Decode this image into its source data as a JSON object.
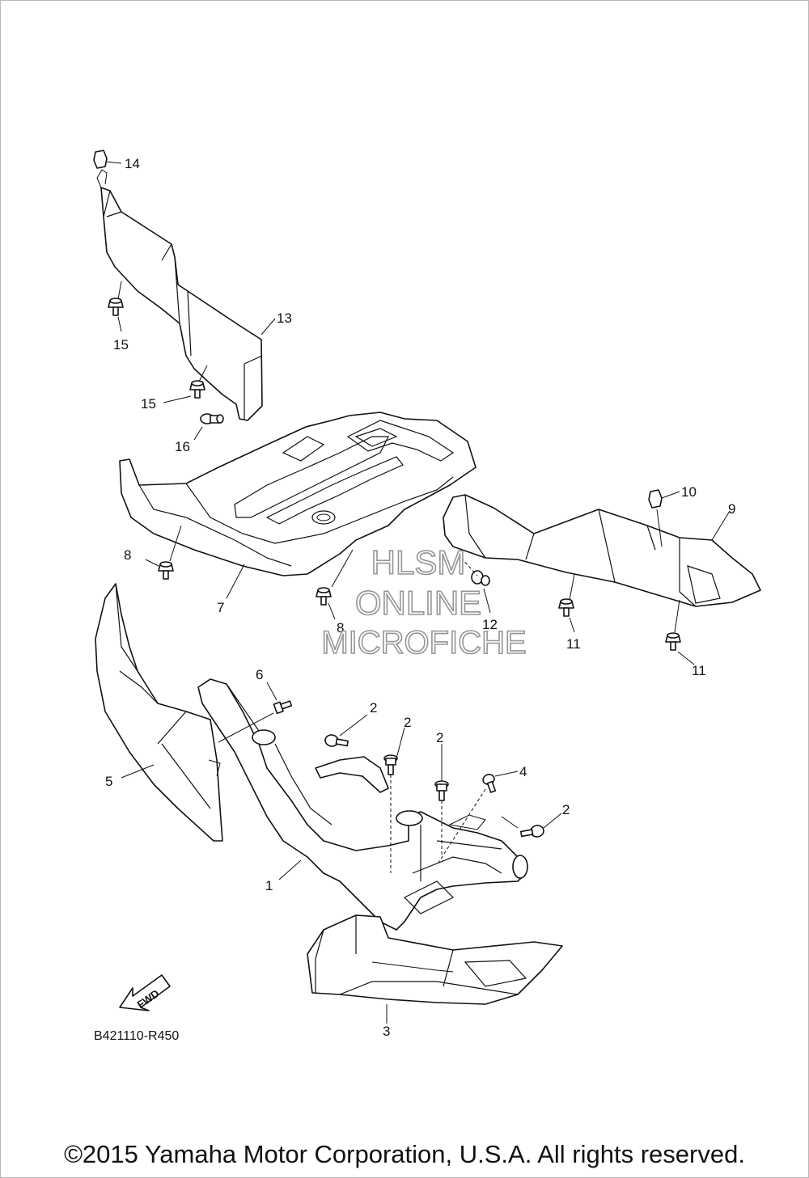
{
  "diagram": {
    "callouts": [
      {
        "label": "14"
      },
      {
        "label": "13"
      },
      {
        "label": "15"
      },
      {
        "label": "15"
      },
      {
        "label": "16"
      },
      {
        "label": "10"
      },
      {
        "label": "9"
      },
      {
        "label": "8"
      },
      {
        "label": "7"
      },
      {
        "label": "8"
      },
      {
        "label": "12"
      },
      {
        "label": "11"
      },
      {
        "label": "11"
      },
      {
        "label": "6"
      },
      {
        "label": "2"
      },
      {
        "label": "2"
      },
      {
        "label": "2"
      },
      {
        "label": "4"
      },
      {
        "label": "2"
      },
      {
        "label": "5"
      },
      {
        "label": "1"
      },
      {
        "label": "3"
      }
    ],
    "reference_code": "B421110-R450",
    "fwd_label": "FWD"
  },
  "watermark": {
    "line1": "HLSM",
    "line2": "ONLINE",
    "line3": "MICROFICHE"
  },
  "footer": {
    "copyright": "©2015 Yamaha Motor Corporation, U.S.A. All rights reserved."
  }
}
